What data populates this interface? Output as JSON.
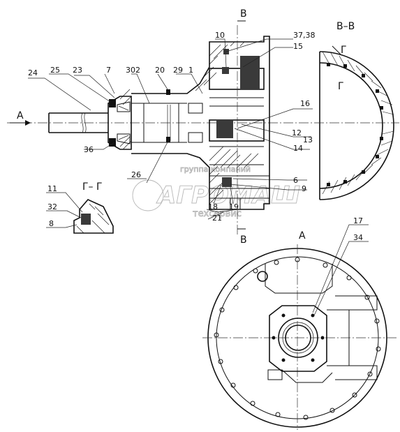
{
  "watermark": {
    "line1": "группа компаний",
    "line2": "АГРОМАШ",
    "line3": "техсервис"
  },
  "section_labels": {
    "view_a_arrow": "А",
    "view_a_title": "А",
    "section_b_top": "В",
    "section_b_bottom": "В",
    "section_bb_title": "В–В",
    "section_g": "Г",
    "section_g_inner": "Г",
    "section_gg_title": "Г– Г"
  },
  "callouts": {
    "c24": "24",
    "c25": "25",
    "c23": "23",
    "c7": "7",
    "c302": "302",
    "c20": "20",
    "c29": "29",
    "c1": "1",
    "c10": "10",
    "c3738": "37,38",
    "c15": "15",
    "c16": "16",
    "c12": "12",
    "c13": "13",
    "c14": "14",
    "c36": "36",
    "c26": "26",
    "c6": "6",
    "c9": "9",
    "c18": "18",
    "c19": "19",
    "c21": "21",
    "c11": "11",
    "c32": "32",
    "c8": "8",
    "c17": "17",
    "c34": "34"
  }
}
